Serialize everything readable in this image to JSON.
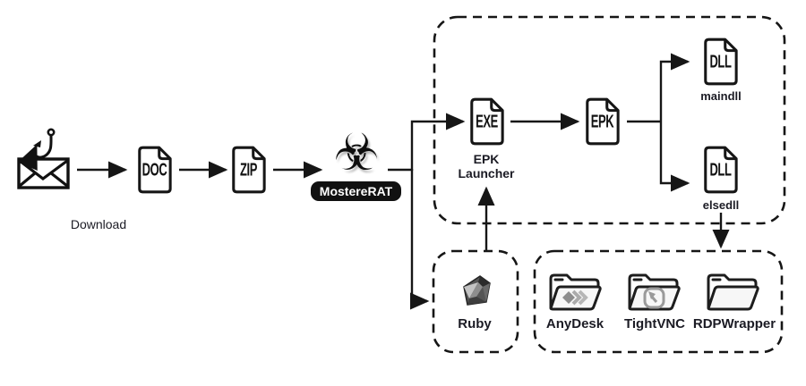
{
  "labels": {
    "download": "Download",
    "mostererat": "MostereRAT",
    "epk_launcher_line1": "EPK",
    "epk_launcher_line2": "Launcher",
    "maindll": "maindll",
    "elsedll": "elsedll",
    "ruby": "Ruby",
    "anydesk": "AnyDesk",
    "tightvnc": "TightVNC",
    "rdpwrapper": "RDPWrapper"
  },
  "file_icons": {
    "doc": "DOC",
    "zip": "ZIP",
    "exe": "EXE",
    "epk": "EPK",
    "dll_main": "DLL",
    "dll_else": "DLL"
  },
  "icons": {
    "biohazard_glyph": "☣",
    "phishing_email": "envelope-with-fishhook-icon",
    "ruby_gem": "ruby-gem-icon",
    "anydesk_logo": "anydesk-diamond-chevrons",
    "tightvnc_logo": "tightvnc-rounded-square-cursor",
    "rdpwrapper_logo": "plain-folder"
  },
  "colors": {
    "background": "#ffffff",
    "line": "#161616",
    "label_text": "#1b1b24",
    "badge_bg": "#111111",
    "badge_text": "#ffffff",
    "folder_fill": "#f7f7f7",
    "logo_gray": "#8f8f8f"
  }
}
